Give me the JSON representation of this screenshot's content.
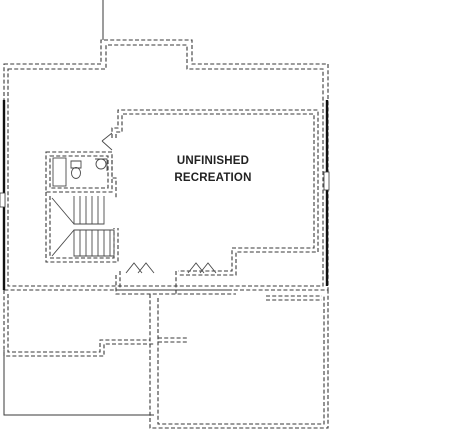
{
  "rooms": [
    {
      "id": "recreation",
      "label_line1": "UNFINISHED",
      "label_line2": "RECREATION"
    }
  ],
  "colors": {
    "wall_line": "#3a3a3a",
    "thick_wall": "#111111",
    "label": "#222222",
    "background": "#ffffff"
  }
}
